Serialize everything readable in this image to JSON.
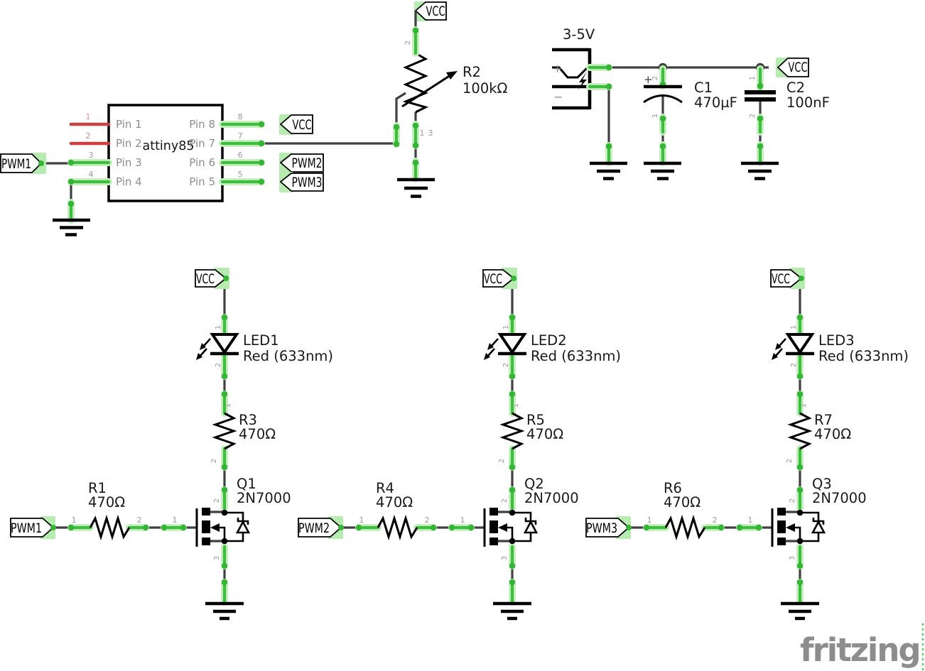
{
  "nets": {
    "vcc": "VCC",
    "pwm1": "PWM1",
    "pwm2": "PWM2",
    "pwm3": "PWM3"
  },
  "ic": {
    "label": "attiny85",
    "left_pins": [
      "Pin 1",
      "Pin 2",
      "Pin 3",
      "Pin 4"
    ],
    "right_pins": [
      "Pin 8",
      "Pin 7",
      "Pin 6",
      "Pin 5"
    ]
  },
  "digits": {
    "d1": "1",
    "d2": "2",
    "d3": "3",
    "d4": "4",
    "d5": "5",
    "d6": "6",
    "d7": "7",
    "d8": "8"
  },
  "potentiometer": {
    "ref": "R2",
    "value": "100kΩ"
  },
  "power": {
    "range": "3-5V",
    "plus": "+",
    "minus": "−",
    "cap_polarity": "+"
  },
  "capacitors": [
    {
      "ref": "C1",
      "value": "470µF"
    },
    {
      "ref": "C2",
      "value": "100nF"
    }
  ],
  "channels": [
    {
      "pwm": "PWM1",
      "vcc": "VCC",
      "gate_res": {
        "ref": "R1",
        "value": "470Ω"
      },
      "series_res": {
        "ref": "R3",
        "value": "470Ω"
      },
      "led": {
        "ref": "LED1",
        "value": "Red (633nm)"
      },
      "fet": {
        "ref": "Q1",
        "value": "2N7000"
      }
    },
    {
      "pwm": "PWM2",
      "vcc": "VCC",
      "gate_res": {
        "ref": "R4",
        "value": "470Ω"
      },
      "series_res": {
        "ref": "R5",
        "value": "470Ω"
      },
      "led": {
        "ref": "LED2",
        "value": "Red (633nm)"
      },
      "fet": {
        "ref": "Q2",
        "value": "2N7000"
      }
    },
    {
      "pwm": "PWM3",
      "vcc": "VCC",
      "gate_res": {
        "ref": "R6",
        "value": "470Ω"
      },
      "series_res": {
        "ref": "R7",
        "value": "470Ω"
      },
      "led": {
        "ref": "LED3",
        "value": "Red (633nm)"
      },
      "fet": {
        "ref": "Q3",
        "value": "2N7000"
      }
    }
  ],
  "watermark": "fritzing",
  "colors": {
    "wire": "#404040",
    "pin_green": "#3dbf3d",
    "highlight_green": "#b7ecb0",
    "unconnected_red": "#c8413f",
    "muted_text": "#8c8c8c"
  }
}
